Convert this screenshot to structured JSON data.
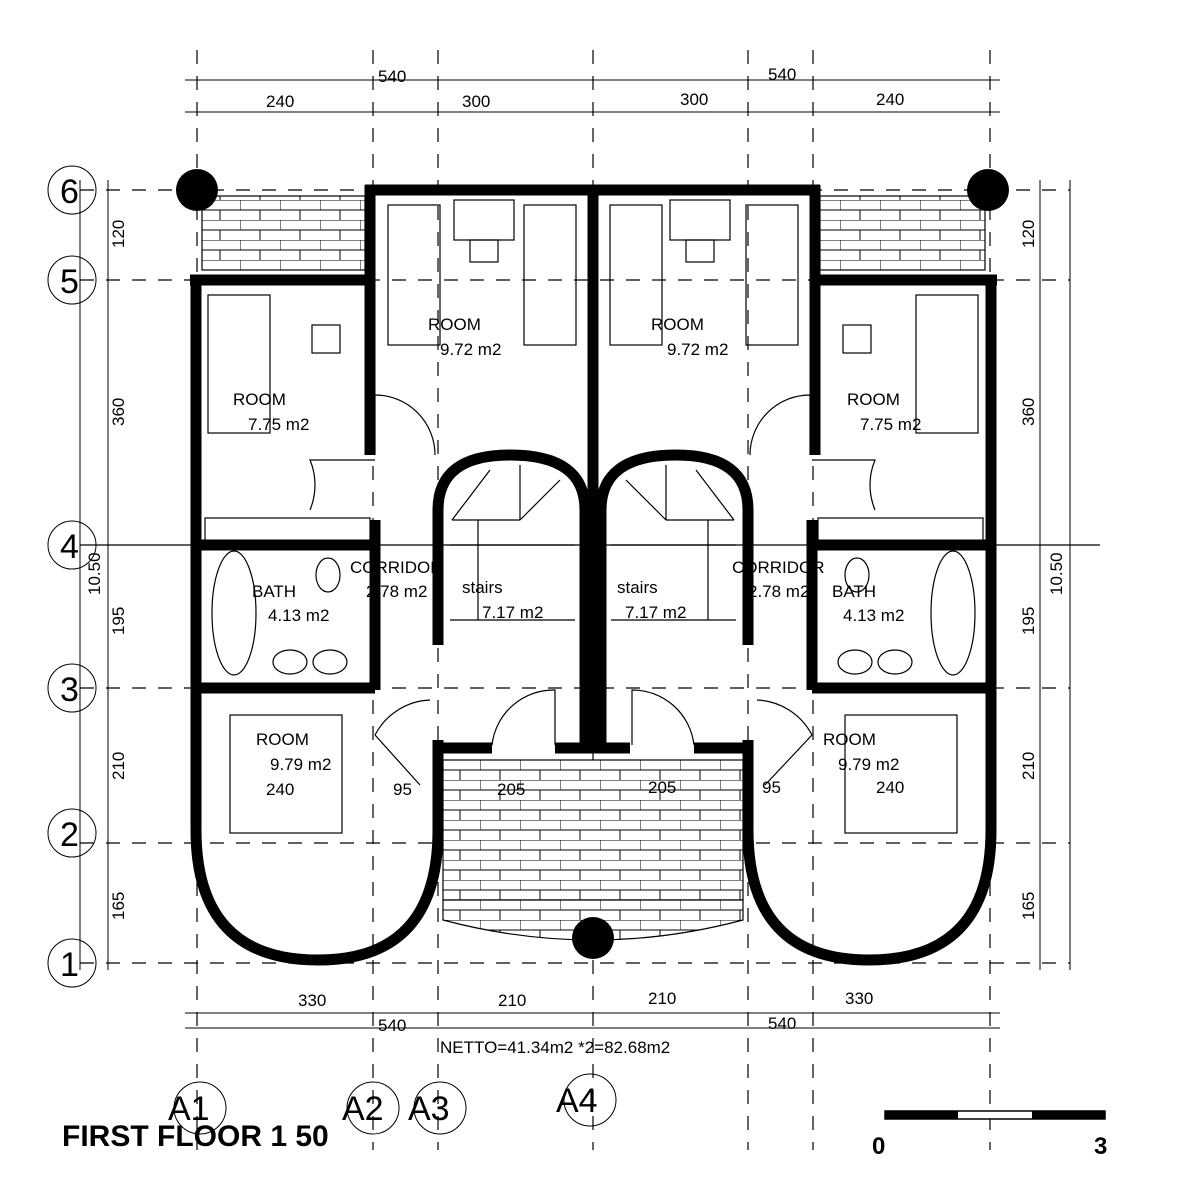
{
  "title": "FIRST FLOOR 1  50",
  "netto": "NETTO=41.34m2 *2=82.68m2",
  "scale_bar": {
    "start": "0",
    "end": "3"
  },
  "axes_rows": [
    {
      "label": "6"
    },
    {
      "label": "5"
    },
    {
      "label": "4"
    },
    {
      "label": "3"
    },
    {
      "label": "2"
    },
    {
      "label": "1"
    }
  ],
  "axes_cols": [
    {
      "label": "A1"
    },
    {
      "label": "A2"
    },
    {
      "label": "A3"
    },
    {
      "label": "A4"
    }
  ],
  "dims_top_total": [
    "540",
    "540"
  ],
  "dims_top": [
    "240",
    "300",
    "300",
    "240"
  ],
  "dims_bottom": [
    "330",
    "210",
    "210",
    "330"
  ],
  "dims_bottom_total": [
    "540",
    "540"
  ],
  "dims_left": [
    "120",
    "360",
    "195",
    "210",
    "165"
  ],
  "dims_left_total": "10.50",
  "dims_right": [
    "120",
    "360",
    "195",
    "210",
    "165"
  ],
  "dims_right_total": "10.50",
  "dims_interior": [
    "240",
    "95",
    "205",
    "205",
    "95",
    "240"
  ],
  "rooms": [
    {
      "name": "ROOM",
      "area": "9.72 m2"
    },
    {
      "name": "ROOM",
      "area": "9.72 m2"
    },
    {
      "name": "ROOM",
      "area": "7.75 m2"
    },
    {
      "name": "ROOM",
      "area": "7.75 m2"
    },
    {
      "name": "CORRIDOR",
      "area": "2.78 m2"
    },
    {
      "name": "CORRIDOR",
      "area": "2.78 m2"
    },
    {
      "name": "BATH",
      "area": "4.13 m2"
    },
    {
      "name": "BATH",
      "area": "4.13 m2"
    },
    {
      "name": "stairs",
      "area": "7.17 m2"
    },
    {
      "name": "stairs",
      "area": "7.17 m2"
    },
    {
      "name": "ROOM",
      "area": "9.79 m2"
    },
    {
      "name": "ROOM",
      "area": "9.79 m2"
    }
  ]
}
